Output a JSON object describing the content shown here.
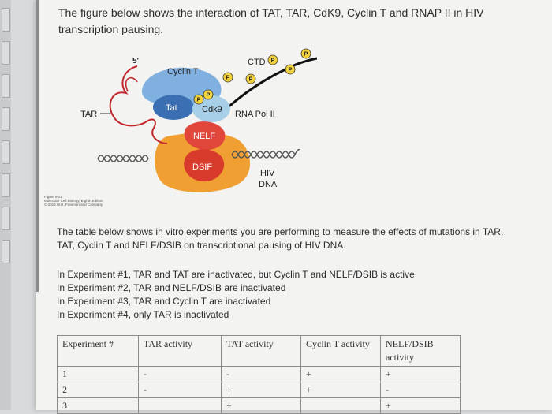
{
  "intro_text": "The figure below shows the interaction of TAT, TAR, CdK9, Cyclin T and RNAP II in HIV transcription pausing.",
  "figure": {
    "label_5prime": "5'",
    "label_cyclin_t": "Cyclin T",
    "label_ctd": "CTD",
    "label_tar": "TAR",
    "label_tat": "Tat",
    "label_cdk9": "Cdk9",
    "label_rna_pol": "RNA Pol II",
    "label_nelf": "NELF",
    "label_dsif": "DSIF",
    "label_hiv_dna": [
      "HIV",
      "DNA"
    ],
    "phosphate": "P",
    "credit_lines": [
      "Figure 9-21",
      "Molecular Cell Biology, Eighth Edition",
      "© 2016 W.H. Freeman and Company"
    ],
    "colors": {
      "cyclin_t": "#7fb0df",
      "tat": "#3a6fb4",
      "cdk9": "#a8cfe8",
      "pol2": "#f0a033",
      "nelf": "#e0473a",
      "dsif": "#d83a2c",
      "rna": "#c1272d",
      "dna": "#565656",
      "phosphate": "#f2d23a"
    }
  },
  "table_intro": "The table below shows in vitro experiments you are performing to measure the effects of mutations in TAR, TAT, Cyclin T and NELF/DSIB on transcriptional pausing of HIV DNA.",
  "experiments": [
    "In Experiment #1, TAR and TAT are inactivated, but Cyclin T and NELF/DSIB is active",
    "In Experiment #2, TAR and NELF/DSIB are inactivated",
    "In Experiment #3, TAR and Cyclin T are inactivated",
    "In Experiment #4, only TAR is inactivated"
  ],
  "table": {
    "headers": [
      "Experiment #",
      "TAR activity",
      "TAT activity",
      "Cyclin T activity",
      "NELF/DSIB activity"
    ],
    "rows": [
      [
        "1",
        "-",
        "-",
        "+",
        "+"
      ],
      [
        "2",
        "-",
        "+",
        "+",
        "-"
      ],
      [
        "3",
        "",
        "+",
        "",
        "+"
      ]
    ]
  }
}
